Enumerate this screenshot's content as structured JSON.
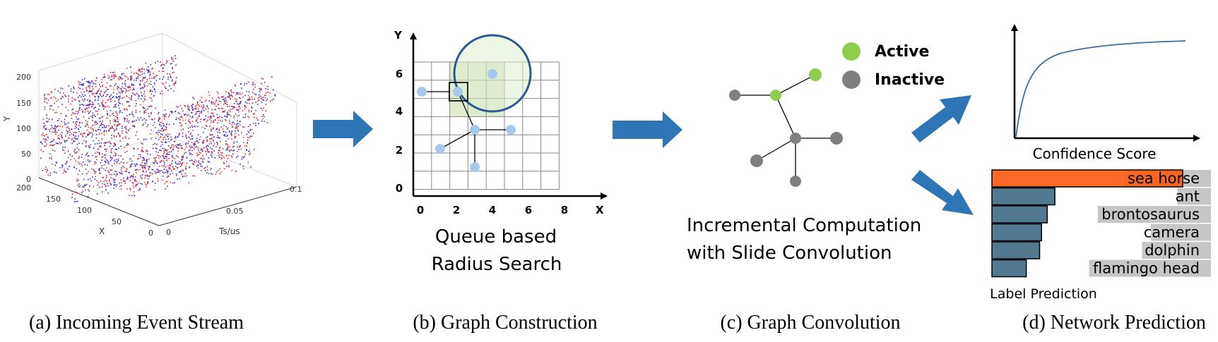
{
  "captions": {
    "a": "(a) Incoming Event Stream",
    "b": "(b) Graph Construction",
    "c": "(c) Graph Convolution",
    "d": "(d) Network Prediction"
  },
  "panel_a": {
    "axis_y_label": "Y",
    "axis_x_label": "X",
    "axis_t_label": "Ts/us",
    "y_ticks": [
      "200",
      "150",
      "100",
      "50",
      "0"
    ],
    "x_ticks": [
      "200",
      "150",
      "100",
      "50",
      "0"
    ],
    "t_ticks": [
      "0",
      "0.05",
      "0.1"
    ],
    "colors": {
      "positive": "#e8242b",
      "negative": "#2a2ad6"
    }
  },
  "panel_b": {
    "axis_y_label": "Y",
    "axis_x_label": "X",
    "y_ticks": [
      "6",
      "4",
      "2",
      "0"
    ],
    "x_ticks": [
      "0",
      "2",
      "4",
      "6",
      "8"
    ],
    "title_line1": "Queue based",
    "title_line2": "Radius Search",
    "colors": {
      "node": "#a8c8ea",
      "circle": "#2a5a92",
      "area": "#dfeccf"
    }
  },
  "panel_c": {
    "legend_active": "Active",
    "legend_inactive": "Inactive",
    "title_line1": "Incremental Computation",
    "title_line2": "with Slide Convolution",
    "colors": {
      "active": "#8fce4c",
      "inactive": "#7f7f7f"
    }
  },
  "panel_d": {
    "confidence_label": "Confidence Score",
    "label_prediction": "Label Prediction",
    "labels": [
      "sea horse",
      "ant",
      "brontosaurus",
      "camera",
      "dolphin",
      "flamingo head"
    ],
    "bar_values": [
      1.0,
      0.33,
      0.29,
      0.26,
      0.25,
      0.18
    ],
    "colors": {
      "top_bar": "#fb5c14",
      "bar": "#51798f",
      "label_bg": "#c6c6c6",
      "curve": "#3a6f9b"
    }
  },
  "arrow_color": "#2e75b6"
}
